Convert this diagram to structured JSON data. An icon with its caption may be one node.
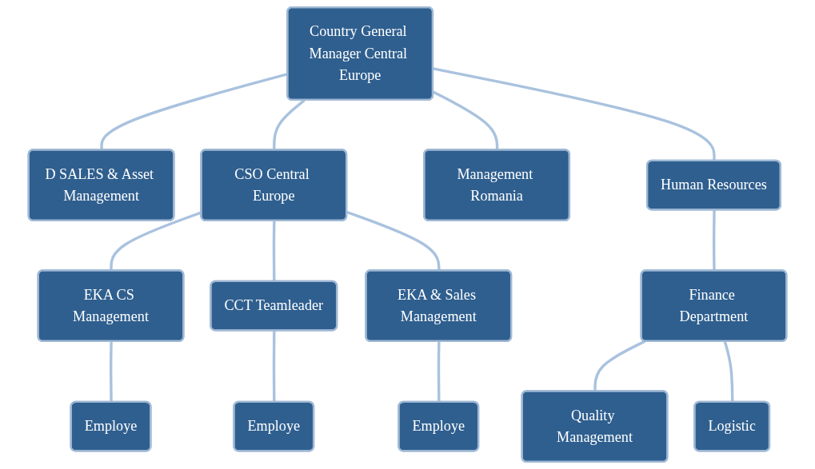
{
  "diagram": {
    "nodes": [
      {
        "text": [
          "Country General Manager Central Europe"
        ]
      },
      {
        "text": [
          "D SALES & Asset Management"
        ]
      },
      {
        "text": [
          "CSO Central Europe"
        ]
      },
      {
        "text": [
          "Management Romania"
        ]
      },
      {
        "text": [
          "Human Resources"
        ]
      },
      {
        "text": [
          "EKA CS Management"
        ]
      },
      {
        "text": [
          "CCT Teamleader"
        ]
      },
      {
        "text": [
          "EKA & Sales Management"
        ]
      },
      {
        "text": [
          "Finance Department"
        ]
      },
      {
        "text": [
          "Employe"
        ]
      },
      {
        "text": [
          "Employe"
        ]
      },
      {
        "text": [
          "Employe"
        ]
      },
      {
        "text": [
          "Quality Management"
        ]
      },
      {
        "text": [
          "Logistic"
        ]
      }
    ],
    "edges": [
      {
        "from": 0,
        "to": 1,
        "arrow": "none"
      },
      {
        "from": 0,
        "to": 2,
        "arrow": "none"
      },
      {
        "from": 0,
        "to": 3,
        "arrow": "none"
      },
      {
        "from": 0,
        "to": 4,
        "arrow": "none"
      },
      {
        "from": 2,
        "to": 5,
        "arrow": "none"
      },
      {
        "from": 2,
        "to": 6,
        "arrow": "none"
      },
      {
        "from": 2,
        "to": 7,
        "arrow": "none"
      },
      {
        "from": 4,
        "to": 8,
        "arrow": "none"
      },
      {
        "from": 5,
        "to": 9,
        "arrow": "none"
      },
      {
        "from": 6,
        "to": 10,
        "arrow": "none"
      },
      {
        "from": 7,
        "to": 11,
        "arrow": "none"
      },
      {
        "from": 8,
        "to": 12,
        "arrow": "none"
      },
      {
        "from": 8,
        "to": 13,
        "arrow": "none"
      }
    ]
  }
}
